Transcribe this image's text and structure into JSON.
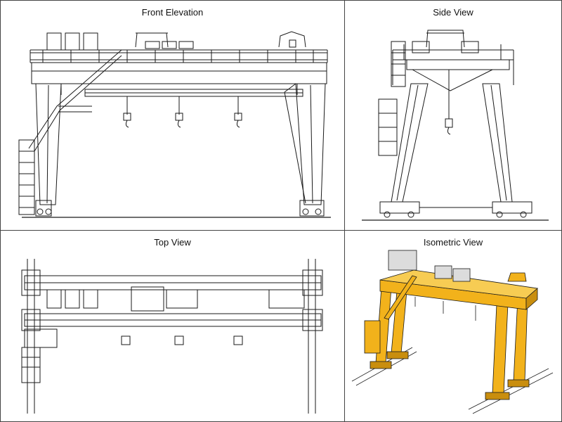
{
  "panels": {
    "front_elevation": {
      "title": "Front Elevation"
    },
    "side_view": {
      "title": "Side View"
    },
    "top_view": {
      "title": "Top View"
    },
    "isometric_view": {
      "title": "Isometric View"
    }
  },
  "colors": {
    "line": "#1a1a1a",
    "crane_yellow": "#f2b21b",
    "crane_yellow_dark": "#c98e0e",
    "cabin_grey": "#dcdcdc"
  }
}
